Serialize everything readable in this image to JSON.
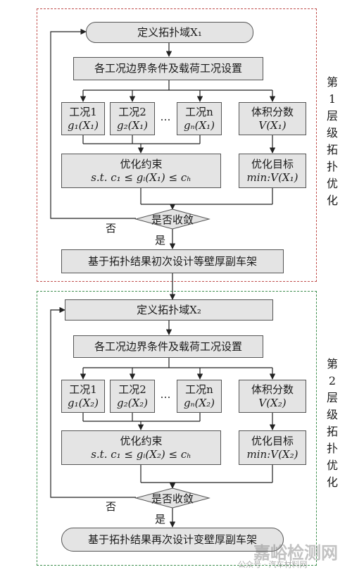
{
  "colors": {
    "frame1": "#c0504d",
    "frame2": "#3f8f4f",
    "box_fill": "#e4e4e4",
    "line": "#222222"
  },
  "level1": {
    "define": "定义拓扑域X₁",
    "boundary": "各工况边界条件及载荷工况设置",
    "cases": [
      {
        "title": "工况1",
        "func": "g₁(X₁)"
      },
      {
        "title": "工况2",
        "func": "g₂(X₁)"
      },
      {
        "title": "工况n",
        "func": "gₙ(X₁)"
      }
    ],
    "dots": "…",
    "volume": {
      "title": "体积分数",
      "func": "V(X₁)"
    },
    "constraint": {
      "title": "优化约束",
      "expr": "s.t.     c₁ ≤ gᵢ(X₁) ≤ cₕ"
    },
    "objective": {
      "title": "优化目标",
      "expr": "min:V(X₁)"
    },
    "converge": "是否收敛",
    "no": "否",
    "yes": "是",
    "result": "基于拓扑结果初次设计等壁厚副车架",
    "side_label": [
      "第",
      "1",
      "层",
      "级",
      "拓",
      "扑",
      "优",
      "化"
    ]
  },
  "level2": {
    "define": "定义拓扑域X₂",
    "boundary": "各工况边界条件及载荷工况设置",
    "cases": [
      {
        "title": "工况1",
        "func": "g₁(X₂)"
      },
      {
        "title": "工况2",
        "func": "g₂(X₂)"
      },
      {
        "title": "工况n",
        "func": "gₙ(X₂)"
      }
    ],
    "dots": "…",
    "volume": {
      "title": "体积分数",
      "func": "V(X₂)"
    },
    "constraint": {
      "title": "优化约束",
      "expr": "s.t.     c₁ ≤ gᵢ(X₂) ≤ cₕ"
    },
    "objective": {
      "title": "优化目标",
      "expr": "min:V(X₂)"
    },
    "converge": "是否收敛",
    "no": "否",
    "yes": "是",
    "result": "基于拓扑结果再次设计变壁厚副车架",
    "side_label": [
      "第",
      "2",
      "层",
      "级",
      "拓",
      "扑",
      "优",
      "化"
    ]
  },
  "watermark": {
    "main": "嘉峪检测网",
    "sub": "公众号 · 汽车材料网"
  }
}
